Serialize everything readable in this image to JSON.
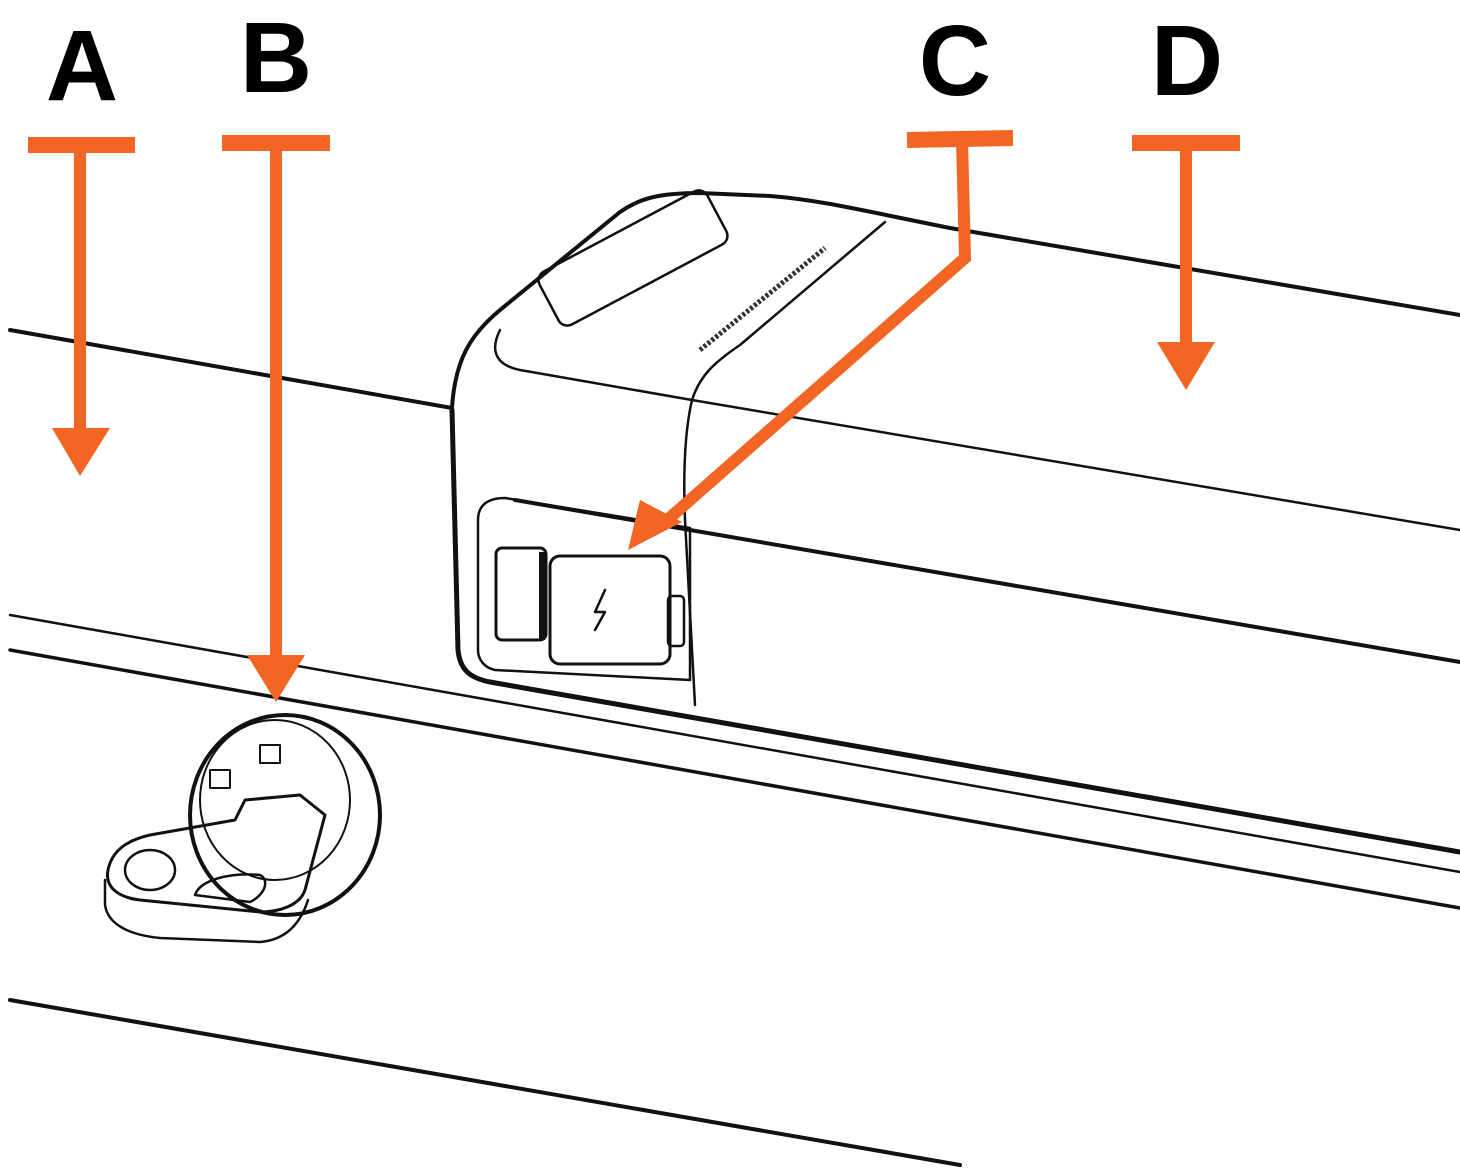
{
  "labels": {
    "a": "A",
    "b": "B",
    "c": "C",
    "d": "D"
  },
  "colors": {
    "arrow": "#F26522",
    "line": "#111111"
  }
}
